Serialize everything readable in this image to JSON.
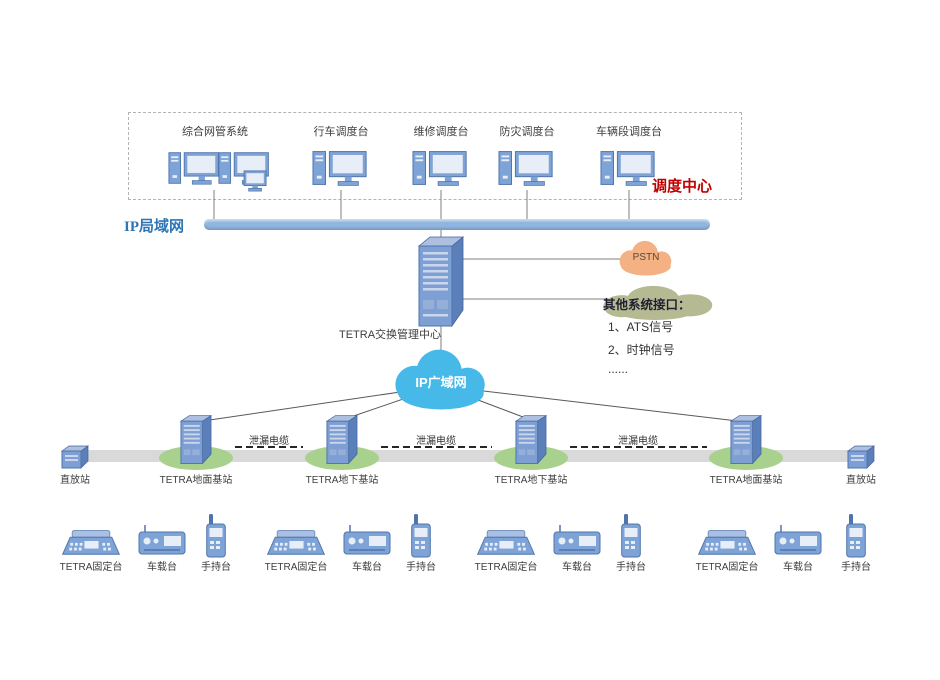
{
  "diagram": {
    "dispatch_center": {
      "label": "调度中心",
      "consoles": [
        {
          "label": "综合网管系统"
        },
        {
          "label": "行车调度台"
        },
        {
          "label": "维修调度台"
        },
        {
          "label": "防灾调度台"
        },
        {
          "label": "车辆段调度台"
        }
      ]
    },
    "lan": {
      "label": "IP局域网"
    },
    "switch_center": {
      "label": "TETRA交换管理中心"
    },
    "pstn": {
      "label": "PSTN"
    },
    "other_interfaces": {
      "title": "其他系统接口：",
      "items": [
        "1、ATS信号",
        "2、时钟信号",
        "......"
      ]
    },
    "wan": {
      "label": "IP广域网"
    },
    "leaky_cables": [
      {
        "label": "泄漏电缆"
      },
      {
        "label": "泄漏电缆"
      },
      {
        "label": "泄漏电缆"
      }
    ],
    "base_stations": [
      {
        "label": "TETRA地面基站"
      },
      {
        "label": "TETRA地下基站"
      },
      {
        "label": "TETRA地下基站"
      },
      {
        "label": "TETRA地面基站"
      }
    ],
    "repeaters": [
      {
        "label": "直放站"
      },
      {
        "label": "直放站"
      }
    ],
    "terminal_groups": [
      {
        "fixed_label": "TETRA固定台",
        "vehicle_label": "车载台",
        "handheld_label": "手持台"
      },
      {
        "fixed_label": "TETRA固定台",
        "vehicle_label": "车载台",
        "handheld_label": "手持台"
      },
      {
        "fixed_label": "TETRA固定台",
        "vehicle_label": "车载台",
        "handheld_label": "手持台"
      },
      {
        "fixed_label": "TETRA固定台",
        "vehicle_label": "车载台",
        "handheld_label": "手持台"
      }
    ],
    "colors": {
      "device_blue": "#7ea3d7",
      "lan_bar": "#8fb5e0",
      "wan_cloud": "#47b9e8",
      "pstn_cloud": "#f4b183",
      "interface_blob": "#b6ba92",
      "station_green": "#a9d18e",
      "ground_bar": "#d9d9d9",
      "dispatch_red": "#c00000",
      "lan_text_blue": "#2e75b6"
    }
  }
}
